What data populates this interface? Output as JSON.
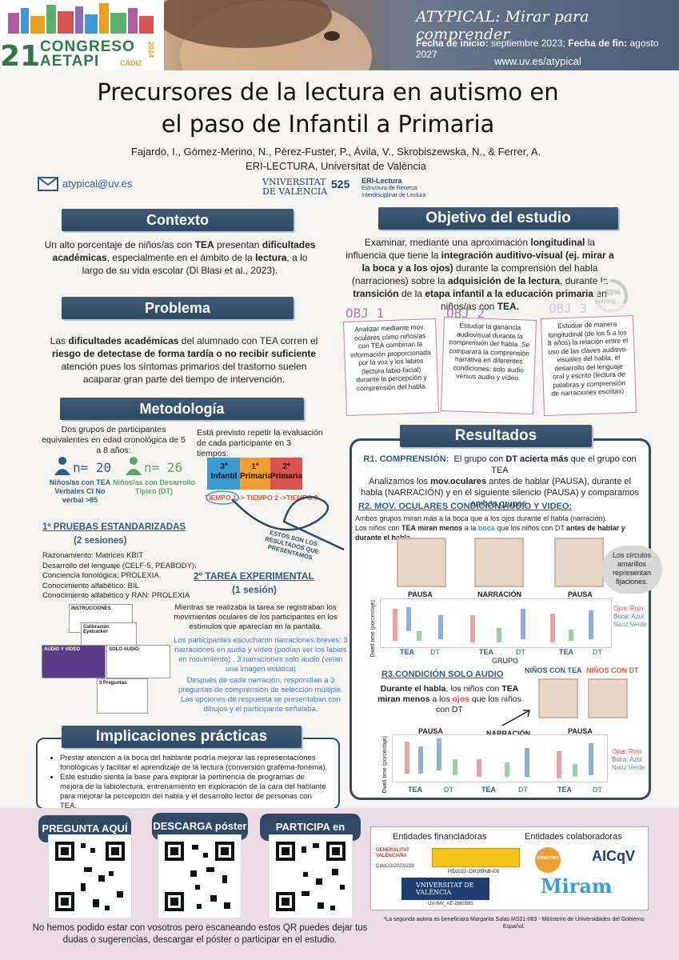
{
  "banner": {
    "title": "ATYPICAL: Mirar para comprender",
    "dates_label1": "Fecha de inicio:",
    "dates_value1": "septiembre 2023;",
    "dates_label2": "Fecha de fin:",
    "dates_value2": "agosto 2027",
    "url": "www.uv.es/atypical",
    "logo_number": "21",
    "logo_line1": "CONGRESO",
    "logo_line2": "AETAPI",
    "logo_city": "CÁDIZ",
    "logo_year": "2024"
  },
  "title_line1": "Precursores de la lectura en autismo en",
  "title_line2": "el paso de Infantil a Primaria",
  "authors": "Fajardo, I., Gómez-Merino, N., Pérez-Fuster, P., Ávila, V., Skrobiszewska, N., & Ferrer, A.",
  "affiliation": "ERI-LECTURA,  Universitat de València",
  "email": "atypical@uv.es",
  "uv_logo": "VNIVERSITAT\nDE VALÈNCIA",
  "eri_logo_title": "ERI-Lectura",
  "eri_logo_sub1": "Estructura de Recerca",
  "eri_logo_sub2": "Interdisciplinar de Lectura",
  "contexto": {
    "title": "Contexto",
    "text": "Un alto porcentaje de niños/as con TEA presentan dificultades académicas, especialmente en el ámbito de la lectura, a lo largo de su vida escolar (Di Blasi et al., 2023)."
  },
  "problema": {
    "title": "Problema",
    "text": "Las dificultades académicas del alumnado con TEA corren el riesgo de detectase de forma tardía o no recibir suficiente atención pues los síntomas primarios del trastorno suelen acaparar gran parte del tiempo de intervención."
  },
  "objetivo": {
    "title": "Objetivo del estudio",
    "text": "Examinar, mediante una aproximación longitudinal la influencia que tiene la integración auditivo-visual (ej. mirar a la boca y a los ojos) durante la comprensión del habla (narraciones) sobre la adquisición de la lectura, durante la transición de la etapa infantil a la educación primaria en niños/as con TEA.",
    "progress_pct": "33%",
    "progress_label": "loading...",
    "progress_value": 0.33,
    "obj1_label": "OBJ 1",
    "obj1_text": "Analizar mediante mov. oculares cómo niños/as con TEA combinan la información proporcionada por la voz y los labios (lectura labio-facial) durante la percepción y comprensión del habla.",
    "obj2_label": "OBJ 2",
    "obj2_text": "Estudiar la ganancia audiovisual durante la comprensión del habla. Se comparará la comprensión narrativa en diferentes condiciones: solo audio versus audio y vídeo.",
    "obj3_label": "OBJ 3",
    "obj3_text": "Estudiar  de manera longitudinal (de los 5 a los 8 años) la relación entre el uso de las claves auditivo- visuales del habla, el desarrollo del lenguaje oral  y escrito (lectura de palabras y comprensión de narraciones escritas) ."
  },
  "metodologia": {
    "title": "Metodología",
    "groups_intro": "Dos grupos de participantes equivalentes en edad cronológica de 5 a 8 años:",
    "n_tea": "n= 20",
    "n_dt": "n= 26",
    "tea_label": "Niños/as con TEA Verbales CI No verbal >85",
    "dt_label": "Niños/as con Desarrollo Típico (DT)",
    "repeat_text": "Está previsto repetir la evaluación de cada participante en 3 tiempos:",
    "stage1": "3º Infantil",
    "stage2": "1º Primaria",
    "stage3": "2º Primaria",
    "timeline": "TIEMPO 1 -> TIEMPO 2 ->TIEMPO 3",
    "arrow_note": "ESTOS SON LOS RESULTADOS QUE PRESENTAMOS",
    "tests_title": "1º  PRUEBAS ESTANDARIZADAS",
    "tests_sessions": "(2 sesiones)",
    "test1": "Razonamiento: Matrices KBIT",
    "test2": "Desarrollo del lenguaje (CELF-5, PEABODY).",
    "test3": "Conciencia fonológica: PROLEXIA.",
    "test4": "Conocimiento alfabético: BIL",
    "test5": "Conocimiento alfabético y RAN: PROLEXIA",
    "task_title": "2º TAREA EXPERIMENTAL",
    "task_sessions": "(1 sesión)",
    "task_text1": "Mientras se realizaba la tarea se registraban los movimientos oculares de los participantes en los estímulos que aparecían en la pantalla.",
    "task_text2": "Los participantes escucharon  narraciones breves: 3 narraciones en audio y vídeo (podían ver los labios en movimiento) , 3 narraciones solo audio (veían una imagen estática)",
    "task_text3": "Después de cada narración, respondían a 3 preguntas de comprensión de selección múltiple. Las opciones de respuesta se presentaban con dibujos y el participante señalaba.",
    "screen1": "INSTRUCCIONES",
    "screen2": "Calibración Eyetracker",
    "screen3": "AUDIO Y VIDEO",
    "screen4": "SOLO AUDIO",
    "screen5": "3 Preguntas"
  },
  "resultados": {
    "title": "Resultados",
    "r1_title": "R1. COMPRENSIÓN:",
    "r1_text": "El grupo con DT acierta más que el grupo con TEA",
    "r1_text2": "Analizamos los mov.oculares antes de hablar (PAUSA), durante el habla (NARRACIÓN) y en el siguiente silencio (PAUSA) y comparamos ambos grupos.",
    "r2_title": "R2. MOV. OCULARES CONDICIÓN AUDIO Y VIDEO:",
    "r2_text": "Ambos grupos miran más a la boca que a los ojos durante el habla (narración).",
    "r2_text2": "Los niños con TEA miran menos a la boca que los niños con DT antes de hablar y durante el habla.",
    "fix_note": "Los círculos amarillos representan fijaciones.",
    "pausa": "PAUSA",
    "narracion": "NARRACIÓN",
    "tea": "TEA",
    "dt": "DT",
    "grupo": "GRUPO",
    "ylabel": "Dwell time (porcentaje)",
    "legend_ojos": "Ojos: Rojo",
    "legend_boca": "Boca: Azul",
    "legend_nariz": "Nariz:Verde",
    "r3_title": "R3.CONDICIÓN SOLO AUDIO",
    "r3_text": "Durante el habla, los niños con TEA miran menos a los ojos que los niños con DT",
    "ninos_tea": "NIÑOS CON TEA",
    "ninos_dt": "NIÑOS CON DT"
  },
  "implicaciones": {
    "title": "Implicaciones prácticas",
    "b1": "Prestar atención a la boca del hablante podría mejorar las representaciones fonológicas y facilitar el aprendizaje de la lectura (conversión grafema-fonema).",
    "b2": "Este estudio sienta la base para explorar la pertinencia de programas de mejora de la labiolectura, entrenamiento en exploración de la cara del hablante para mejorar la percepción del habla y el desarrollo lector de personas con TEA."
  },
  "footer": {
    "qr1": "PREGUNTA AQUÍ",
    "qr2": "DESCARGA póster",
    "qr3": "PARTICIPA en Estudio",
    "note": "No hemos podido estar con vosotros pero escaneando estos QR puedes dejar tus dudas o sugerencias, descargar el póster o participar en el estudio.",
    "financiadoras": "Entidades financiadoras",
    "colaboradoras": "Entidades colaboradoras",
    "fund1": "GENERALITAT VALENCIANA",
    "fund1_code": "CIAICO/2022/223",
    "fund2_code": "PID2022-139189NB-I00",
    "fund3_code": "UV-INV_AE-2660591",
    "collab1": "ASINDOWN",
    "collab2": "AICqV",
    "collab3": "Miram",
    "footnote": "*La segunda autora es beneficiara Margarita Salas MS21-063  - Ministerio de Universidades del Gobierno Español."
  },
  "colors": {
    "header_bg": "#2f4a64",
    "accent_blue": "#2d5d86",
    "tea_red": "#d9534f",
    "dt_green": "#5aa36c",
    "pink_footer": "#ecdce6"
  }
}
